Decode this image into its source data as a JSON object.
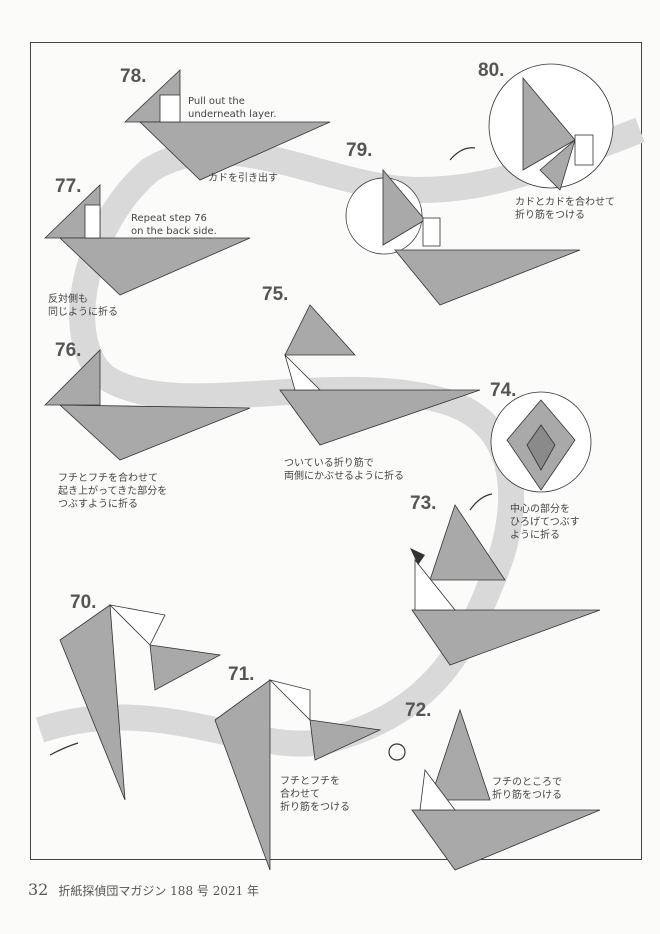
{
  "steps": [
    {
      "num": "78.",
      "en": "Pull out the\nunderneath layer.",
      "ja": "カドを引き出す"
    },
    {
      "num": "77.",
      "en": "Repeat step 76\non the back side.",
      "ja": "反対側も\n同じように折る"
    },
    {
      "num": "79."
    },
    {
      "num": "80.",
      "ja": "カドとカドを合わせて\n折り筋をつける"
    },
    {
      "num": "75.",
      "ja": "ついている折り筋で\n両側にかぶせるように折る"
    },
    {
      "num": "76.",
      "ja": "フチとフチを合わせて\n起き上がってきた部分を\nつぶすように折る"
    },
    {
      "num": "74.",
      "ja": "中心の部分を\nひろげてつぶす\nように折る"
    },
    {
      "num": "73."
    },
    {
      "num": "70."
    },
    {
      "num": "71.",
      "ja": "フチとフチを\n合わせて\n折り筋をつける"
    },
    {
      "num": "72.",
      "ja": "フチのところで\n折り筋をつける"
    }
  ],
  "footer": {
    "page": "32",
    "publication": "折紙探偵団マガジン 188 号 2021 年"
  },
  "colors": {
    "paper": "#a9a9a9",
    "path": "#d9d9d9",
    "line": "#333333"
  }
}
